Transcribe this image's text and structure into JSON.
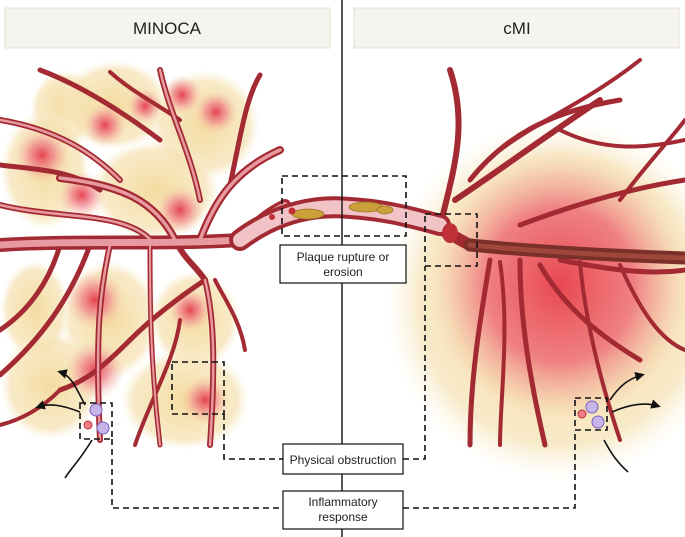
{
  "panels": {
    "left_title": "MINOCA",
    "right_title": "cMI"
  },
  "callouts": {
    "plaque": [
      "Plaque rupture or",
      "erosion"
    ],
    "obstruction": "Physical obstruction",
    "inflammation": [
      "Inflammatory",
      "response"
    ]
  },
  "colors": {
    "vessel": "#b8323a",
    "vessel_light": "#e79aa0",
    "lumen": "#f1c3c6",
    "tissue": "#f5e2ad",
    "ischemia": "#e8525d",
    "plaque": "#c9a03a",
    "occluded": "#7a2f28",
    "panel_header": "#f6f4ef"
  }
}
